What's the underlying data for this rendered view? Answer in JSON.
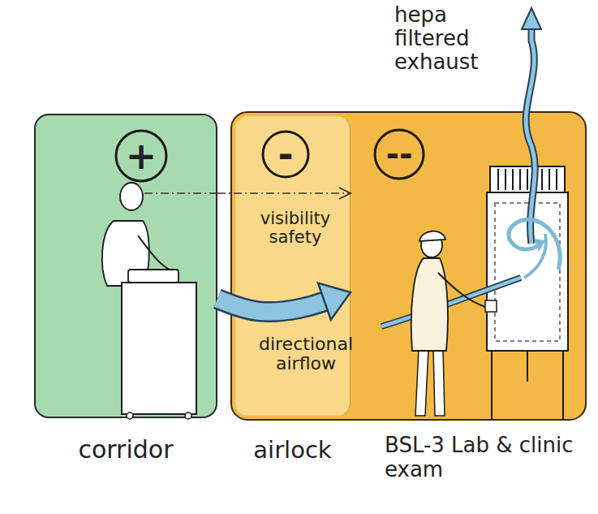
{
  "diagram": {
    "nodes": [
      {
        "text": [
          "corridor"
        ]
      },
      {
        "text": [
          "+"
        ],
        "in": 0
      },
      {
        "text": [
          "airlock"
        ]
      },
      {
        "text": [
          "-"
        ],
        "in": 2
      },
      {
        "text": [
          "BSL-3 Lab & clinic exam"
        ]
      },
      {
        "text": [
          "--"
        ],
        "in": 4
      }
    ],
    "edges": [
      {
        "from": 0,
        "to": 4,
        "arrow": "to",
        "label": "visibility safety"
      },
      {
        "from": 0,
        "to": 4,
        "arrow": "to",
        "label": "directional airflow"
      }
    ],
    "labels": [
      "hepa filtered exhaust"
    ]
  }
}
